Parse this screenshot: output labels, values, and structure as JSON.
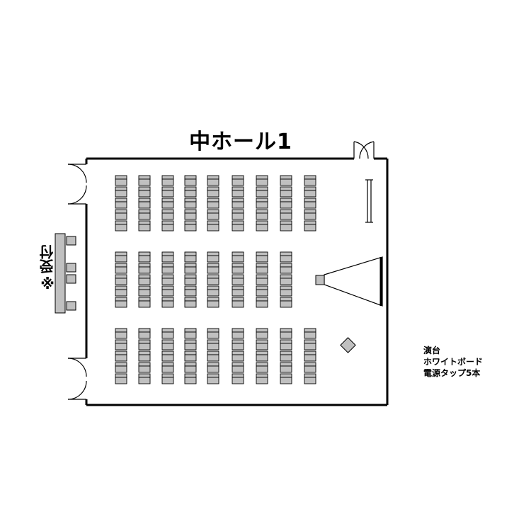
{
  "room": {
    "title": "中ホール1",
    "reception_label": "※受付"
  },
  "equipment": {
    "items": [
      "演台",
      "ホワイトボード",
      "電源タップ5本"
    ]
  },
  "seating": {
    "blocks": [
      {
        "name": "front",
        "columns": 9,
        "rows": 5
      },
      {
        "name": "middle",
        "columns": 8,
        "rows": 5
      },
      {
        "name": "back",
        "columns": 9,
        "rows": 5
      }
    ]
  },
  "colors": {
    "seat_fill": "#c0c0c0",
    "wall": "#000000",
    "background": "#ffffff"
  }
}
